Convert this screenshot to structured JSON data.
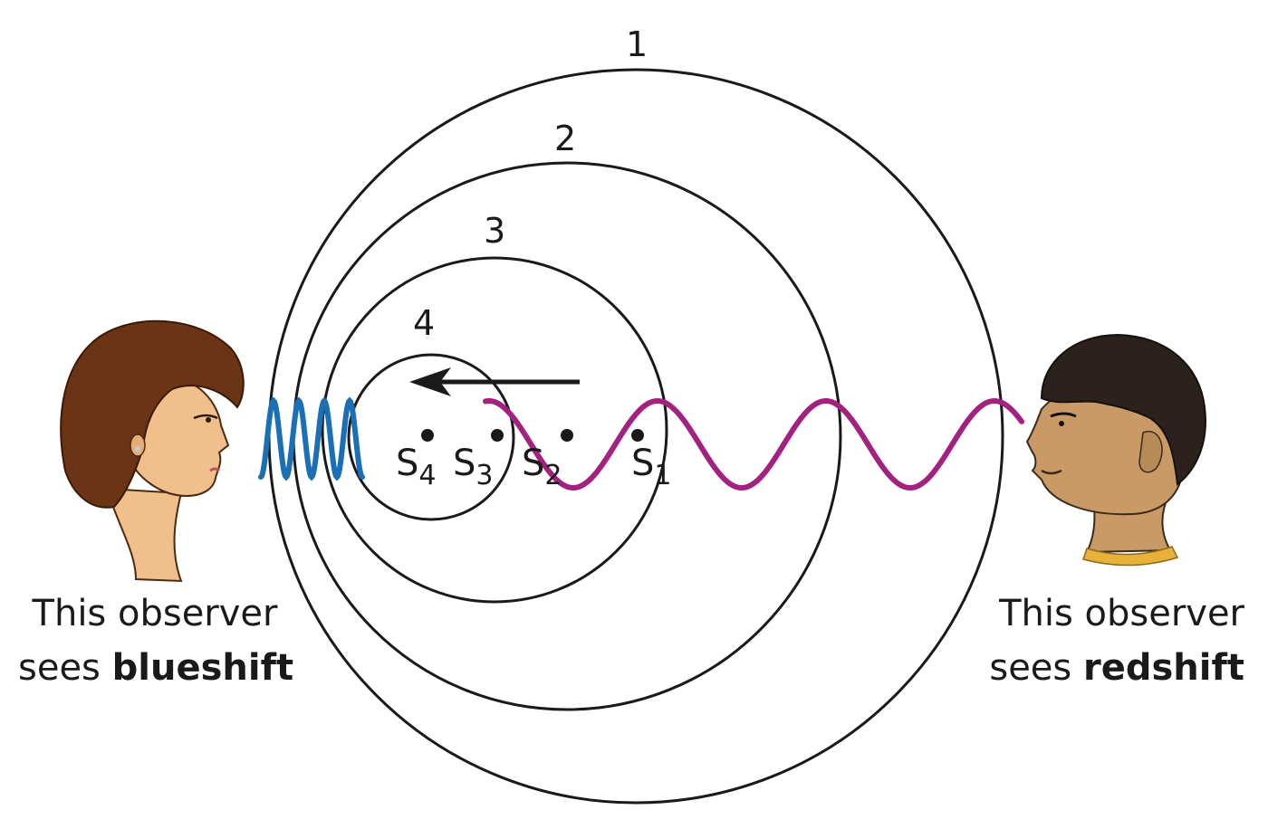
{
  "wavefronts": [
    {
      "label": "1"
    },
    {
      "label": "2"
    },
    {
      "label": "3"
    },
    {
      "label": "4"
    }
  ],
  "source_positions": [
    {
      "label": "S",
      "sub": "4"
    },
    {
      "label": "S",
      "sub": "3"
    },
    {
      "label": "S",
      "sub": "2"
    },
    {
      "label": "S",
      "sub": "1"
    }
  ],
  "observers": {
    "left": {
      "line1": "This observer",
      "line2_prefix": "sees ",
      "line2_bold": "blueshift"
    },
    "right": {
      "line1": "This observer",
      "line2_prefix": "sees ",
      "line2_bold": "redshift"
    }
  },
  "colors": {
    "blue_wave": "#1a6fb5",
    "red_wave": "#a3227f",
    "lines": "#1a1a1a",
    "woman_skin": "#f0bf8c",
    "woman_hair": "#6b3414",
    "man_skin": "#c99a66",
    "man_hair": "#2b221d",
    "collar": "#e8b23a"
  }
}
